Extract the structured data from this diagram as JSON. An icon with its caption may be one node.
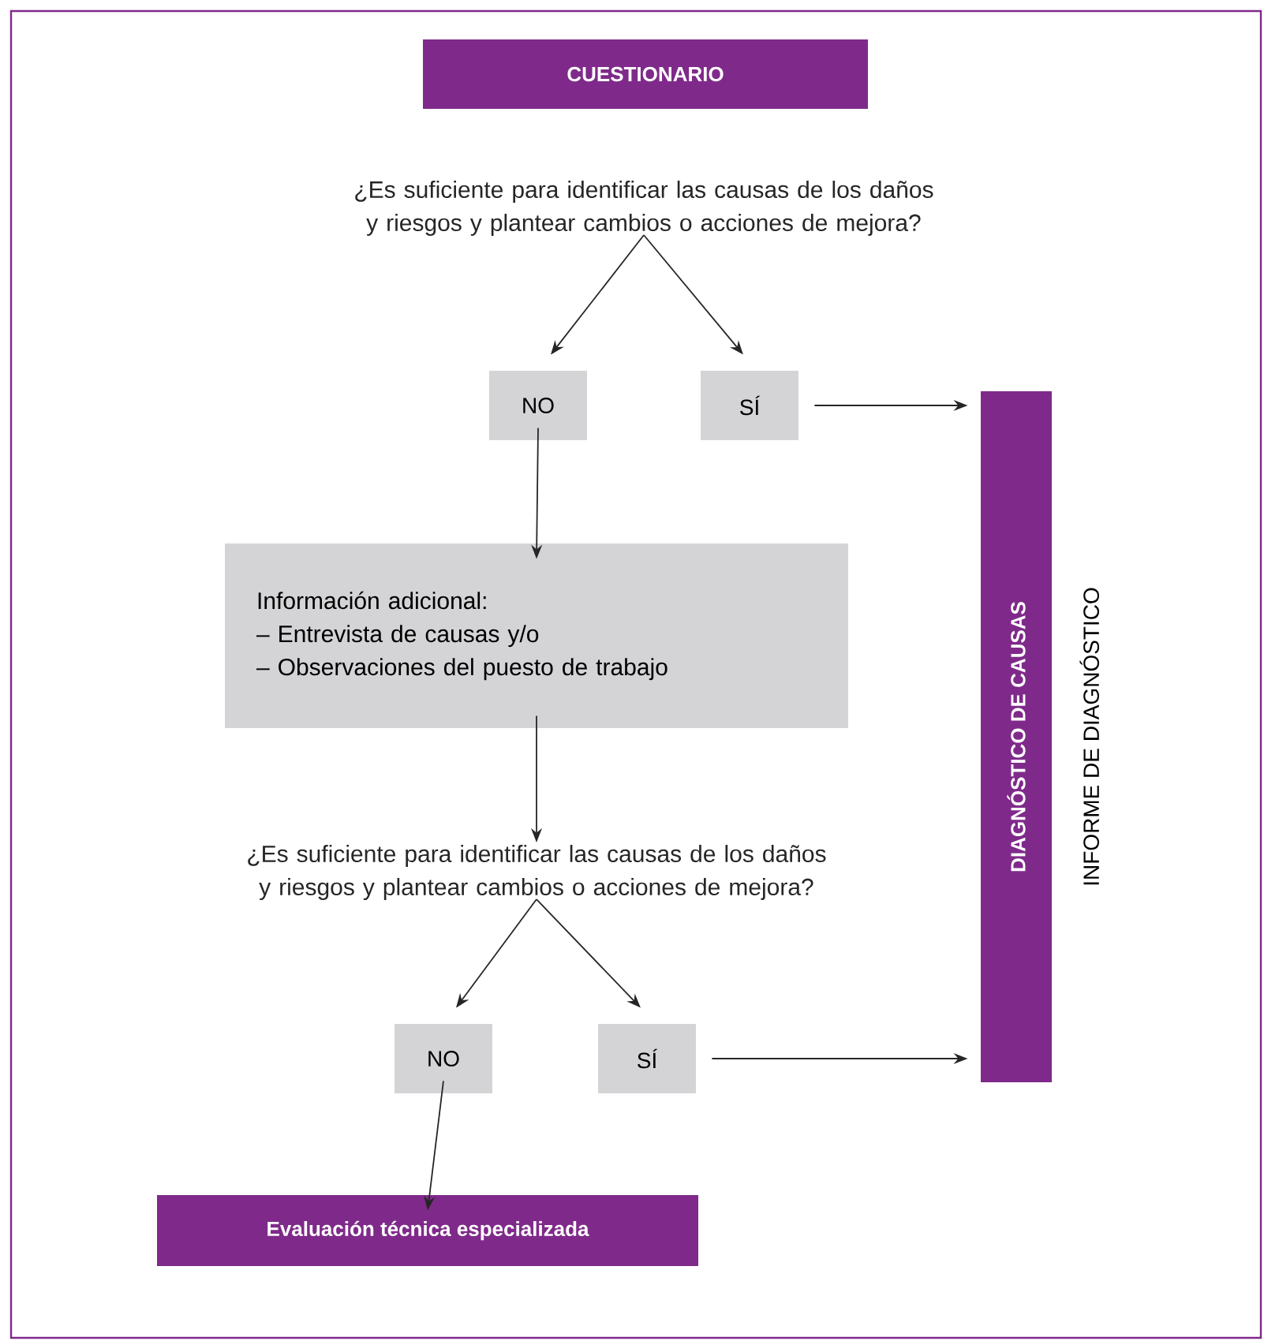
{
  "diagram": {
    "nodes": [
      {
        "text": [
          "CUESTIONARIO"
        ]
      },
      {
        "text": [
          "¿Es suficiente para identificar las causas de los daños y riesgos y plantear cambios o acciones de mejora?"
        ]
      },
      {
        "text": [
          "NO"
        ]
      },
      {
        "text": [
          "SÍ"
        ]
      },
      {
        "text": [
          "Información adicional:",
          "– Entrevista de causas y/o",
          "– Observaciones del puesto de trabajo"
        ]
      },
      {
        "text": [
          "¿Es suficiente para identificar las causas de los daños y riesgos y plantear cambios o acciones de mejora?"
        ]
      },
      {
        "text": [
          "NO"
        ]
      },
      {
        "text": [
          "SÍ"
        ]
      },
      {
        "text": [
          "Evaluación técnica especializada"
        ]
      },
      {
        "text": [
          "DIAGNÓSTICO DE CAUSAS"
        ],
        "beside": [
          "INFORME DE DIAGNÓSTICO"
        ]
      }
    ],
    "edges": [
      {
        "from": 1,
        "to": 2,
        "arrow": "to"
      },
      {
        "from": 1,
        "to": 3,
        "arrow": "to"
      },
      {
        "from": 3,
        "to": 9,
        "arrow": "to"
      },
      {
        "from": 2,
        "to": 4,
        "arrow": "to"
      },
      {
        "from": 4,
        "to": 5,
        "arrow": "to"
      },
      {
        "from": 5,
        "to": 6,
        "arrow": "to"
      },
      {
        "from": 5,
        "to": 7,
        "arrow": "to"
      },
      {
        "from": 7,
        "to": 9,
        "arrow": "to"
      },
      {
        "from": 6,
        "to": 8,
        "arrow": "to"
      }
    ]
  }
}
